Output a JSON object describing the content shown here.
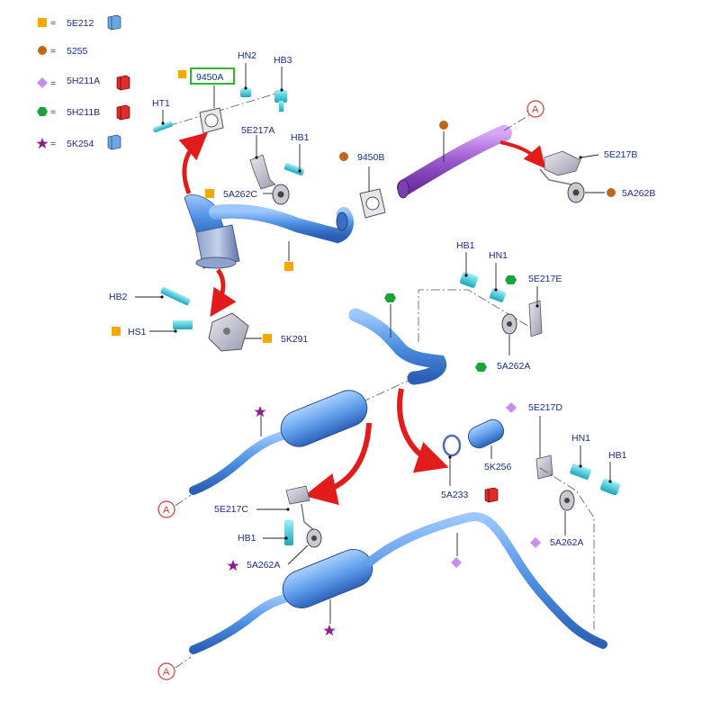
{
  "legend": [
    {
      "code": "5E212",
      "symbol": "square",
      "color": "#f5a800",
      "icon": "blue-book-icon"
    },
    {
      "code": "5255",
      "symbol": "circle",
      "color": "#c0651c",
      "icon": ""
    },
    {
      "code": "5H211A",
      "symbol": "diamond",
      "color": "#c68ff0",
      "icon": "red-book-icon"
    },
    {
      "code": "5H211B",
      "symbol": "hexagon",
      "color": "#1aa33a",
      "icon": "red-book-icon"
    },
    {
      "code": "5K254",
      "symbol": "star",
      "color": "#8a1f8f",
      "icon": "blue-book-icon"
    }
  ],
  "labels": {
    "ht1": "HT1",
    "hn2": "HN2",
    "hb3": "HB3",
    "p9450a": "9450A",
    "p5e217a": "5E217A",
    "hb1_top": "HB1",
    "p5a262c": "5A262C",
    "p9450b": "9450B",
    "p5e217b": "5E217B",
    "p5a262b": "5A262B",
    "hb2": "HB2",
    "hs1": "HS1",
    "p5k291": "5K291",
    "hb1_mid": "HB1",
    "hn1_mid": "HN1",
    "p5e217e": "5E217E",
    "p5a262a_mid": "5A262A",
    "p5e217d": "5E217D",
    "hn1_low": "HN1",
    "hb1_low": "HB1",
    "p5k256": "5K256",
    "p5a233": "5A233",
    "p5a262a_low": "5A262A",
    "p5e217c": "5E217C",
    "hb1_left": "HB1",
    "p5a262a_left": "5A262A",
    "ref_a": "A"
  },
  "colors": {
    "pipe_blue": "#4d8fe0",
    "pipe_purple": "#9b59d0",
    "arrow_red": "#e21b1b",
    "label_blue": "#1a2a8a",
    "bolt_cyan": "#2ec4d6",
    "highlight_green": "#2db82d"
  }
}
